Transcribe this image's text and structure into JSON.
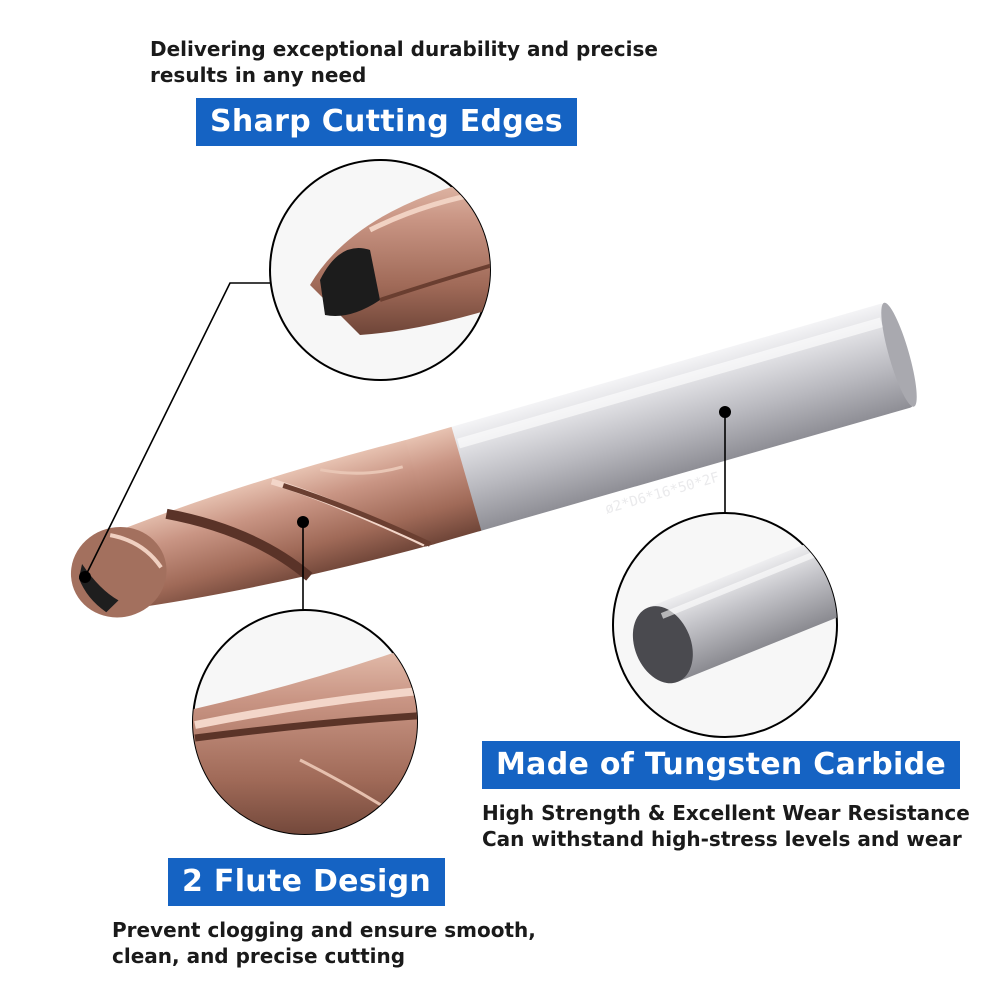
{
  "features": [
    {
      "title": "Sharp Cutting Edges",
      "description": [
        "Delivering exceptional durability and precise",
        "results in any need"
      ]
    },
    {
      "title": "Made of Tungsten Carbide",
      "description": [
        "High Strength & Excellent Wear Resistance",
        "Can withstand high-stress levels and wear"
      ]
    },
    {
      "title": "2 Flute Design",
      "description": [
        "Prevent clogging and ensure smooth,",
        "clean, and precise cutting"
      ]
    }
  ],
  "shank_marking": "ø2*D6*16*50*2F",
  "colors": {
    "badge": "#1563c3",
    "coating": "#b07a68",
    "shank": "#c8c8cc"
  }
}
